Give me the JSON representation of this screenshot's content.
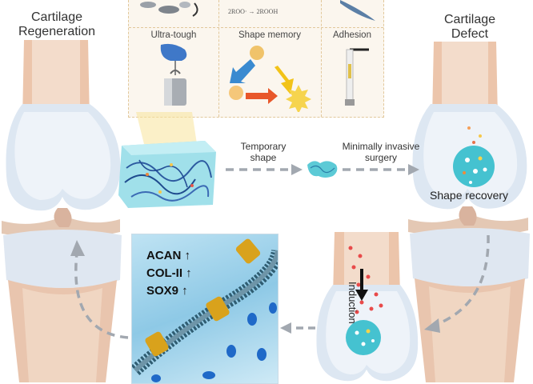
{
  "labels": {
    "left_title_line1": "Cartilage",
    "left_title_line2": "Regeneration",
    "right_title_line1": "Cartilage",
    "right_title_line2": "Defect",
    "temporary_line1": "Temporary",
    "temporary_line2": "shape",
    "minimally_line1": "Minimally invasive",
    "minimally_line2": "surgery",
    "shape_recovery": "Shape recovery",
    "induction": "Induction"
  },
  "properties": {
    "ultra_tough": "Ultra-tough",
    "shape_memory": "Shape memory",
    "adhesion": "Adhesion",
    "reaction": "2ROO· → 2ROOH"
  },
  "markers": [
    "ACAN ↑",
    "COL-II ↑",
    "SOX9 ↑"
  ],
  "colors": {
    "bone": "#e9c9b3",
    "cartilage": "#dfe8f3",
    "hydrogel": "#56c7d6",
    "arrow": "#9aa3ad",
    "panel_border": "#e5cfa9"
  }
}
